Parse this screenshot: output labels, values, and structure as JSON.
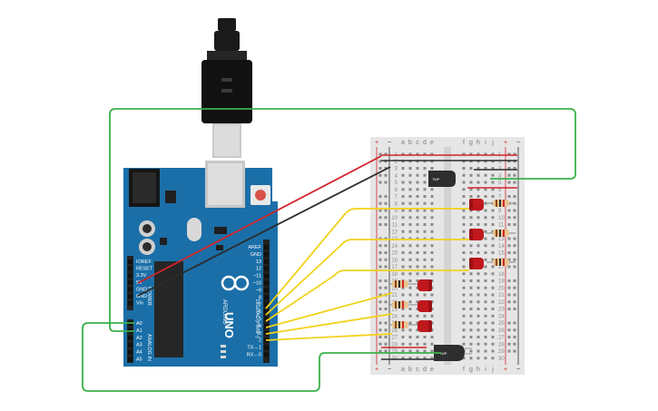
{
  "arduino": {
    "logo": "ARDUINO",
    "model": "UNO",
    "digital_header": "DIGITAL (PWM~)",
    "analog_header": "ANALOG IN",
    "power_header": "POWER",
    "digital_pins": [
      "AREF",
      "GND",
      "13",
      "12",
      "~11",
      "~10",
      "~9",
      "8",
      "7",
      "~6",
      "~5",
      "4",
      "~3",
      "2",
      "TX→1",
      "RX←0"
    ],
    "power_pins": [
      "IOREF",
      "RESET",
      "3.3V",
      "5V",
      "GND",
      "GND",
      "Vin"
    ],
    "analog_pins": [
      "A0",
      "A1",
      "A2",
      "A3",
      "A4",
      "A5"
    ]
  },
  "breadboard": {
    "columns_left": [
      "a",
      "b",
      "c",
      "d",
      "e"
    ],
    "columns_right": [
      "f",
      "g",
      "h",
      "i",
      "j"
    ],
    "rail_plus": "+",
    "rail_minus": "−",
    "row_numbers": [
      "1",
      "2",
      "3",
      "4",
      "5",
      "6",
      "7",
      "8",
      "9",
      "10",
      "11",
      "12",
      "13",
      "14",
      "15",
      "16",
      "17",
      "18",
      "19",
      "20",
      "21",
      "22",
      "23",
      "24",
      "25",
      "26",
      "27",
      "28",
      "29",
      "30"
    ]
  },
  "components": {
    "sensor_top_label": "TMP",
    "sensor_bottom_label": "TMP",
    "colors": {
      "board": "#1b6fa8",
      "led": "#c0171d",
      "wire_signal": "#f2d21b",
      "wire_ground": "#2b2b2b",
      "wire_power": "#d2232a",
      "wire_analog": "#3bb14a",
      "usb_cable": "#1a1a1a"
    }
  }
}
